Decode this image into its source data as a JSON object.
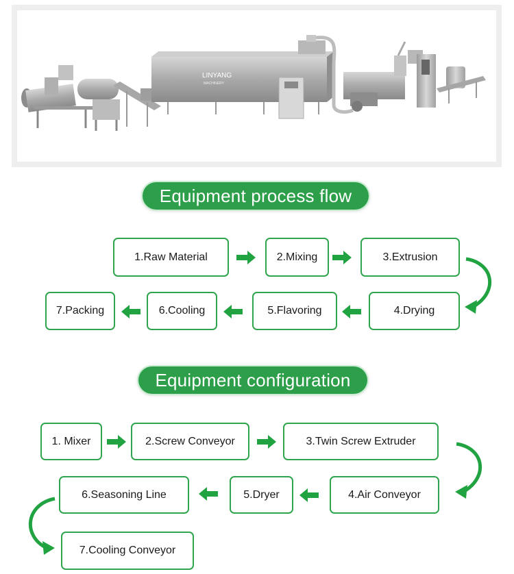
{
  "machine_brand": "LINYANG",
  "machine_brand_sub": "MACHINERY",
  "process_flow": {
    "title": "Equipment process flow",
    "steps": [
      "1.Raw Material",
      "2.Mixing",
      "3.Extrusion",
      "4.Drying",
      "5.Flavoring",
      "6.Cooling",
      "7.Packing"
    ]
  },
  "configuration": {
    "title": "Equipment configuration",
    "steps": [
      "1. Mixer",
      "2.Screw Conveyor",
      "3.Twin Screw Extruder",
      "4.Air Conveyor",
      "5.Dryer",
      "6.Seasoning Line",
      "7.Cooling Conveyor"
    ]
  },
  "colors": {
    "accent": "#2d9e4a",
    "border": "#2ea54c",
    "arrow": "#22a341"
  },
  "icons": {
    "arrow": "arrow-right-icon",
    "curve": "curved-arrow-icon"
  }
}
